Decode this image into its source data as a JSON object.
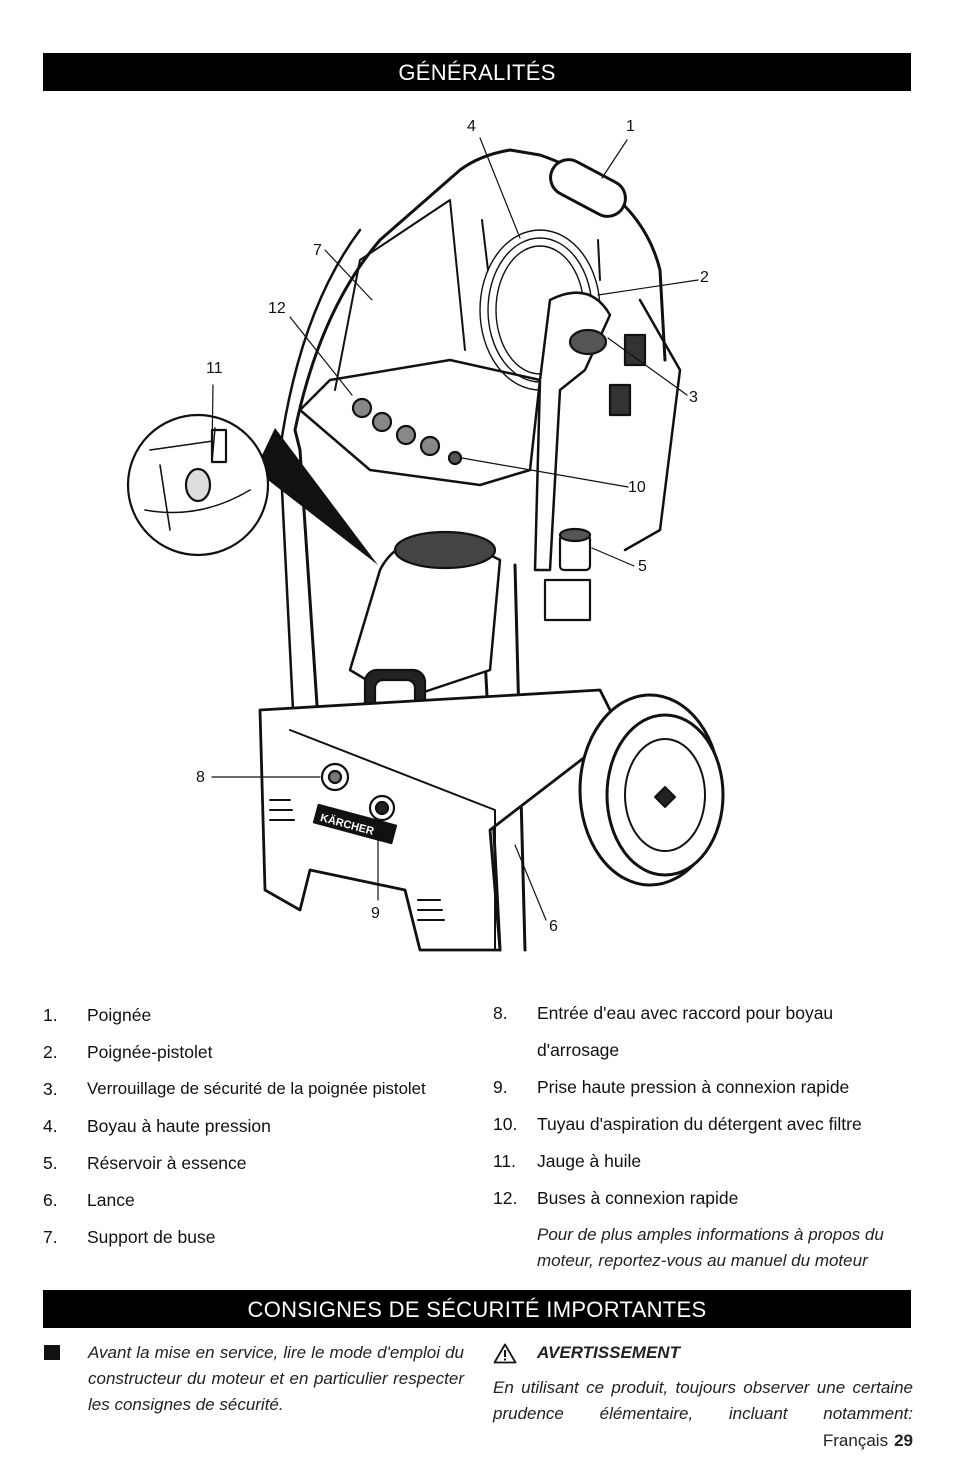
{
  "header": {
    "title": "GÉNÉRALITÉS"
  },
  "figure": {
    "callouts": [
      "1",
      "2",
      "3",
      "4",
      "5",
      "6",
      "7",
      "8",
      "9",
      "10",
      "11",
      "12"
    ],
    "brand_label": "KÄRCHER"
  },
  "parts_list_left": [
    {
      "num": "1.",
      "text": "Poignée"
    },
    {
      "num": "2.",
      "text": "Poignée-pistolet"
    },
    {
      "num": "3.",
      "text": "Verrouillage de sécurité de la poignée pistolet"
    },
    {
      "num": "4.",
      "text": "Boyau à haute pression"
    },
    {
      "num": "5.",
      "text": "Réservoir à essence"
    },
    {
      "num": "6.",
      "text": "Lance"
    },
    {
      "num": "7.",
      "text": "Support de buse"
    }
  ],
  "parts_list_right": [
    {
      "num": "8.",
      "text": "Entrée d'eau avec raccord pour boyau",
      "text2": "d'arrosage"
    },
    {
      "num": "9.",
      "text": "Prise haute pression à connexion rapide"
    },
    {
      "num": "10.",
      "text": "Tuyau d'aspiration du détergent avec filtre"
    },
    {
      "num": "11.",
      "text": "Jauge à huile"
    },
    {
      "num": "12.",
      "text": "Buses à connexion rapide"
    }
  ],
  "engine_note": "Pour de plus amples informations à propos du moteur, reportez-vous au manuel du moteur",
  "safety": {
    "title": "CONSIGNES DE SÉCURITÉ IMPORTANTES",
    "bullet_text": "Avant la mise en service, lire le mode d'emploi du constructeur du moteur et en particulier respecter les consignes de sécurité.",
    "warning_label": "AVERTISSEMENT",
    "warning_text": "En utilisant ce produit, toujours observer une certaine prudence élémentaire, incluant notamment:"
  },
  "footer": {
    "language": "Français",
    "page": "29"
  }
}
